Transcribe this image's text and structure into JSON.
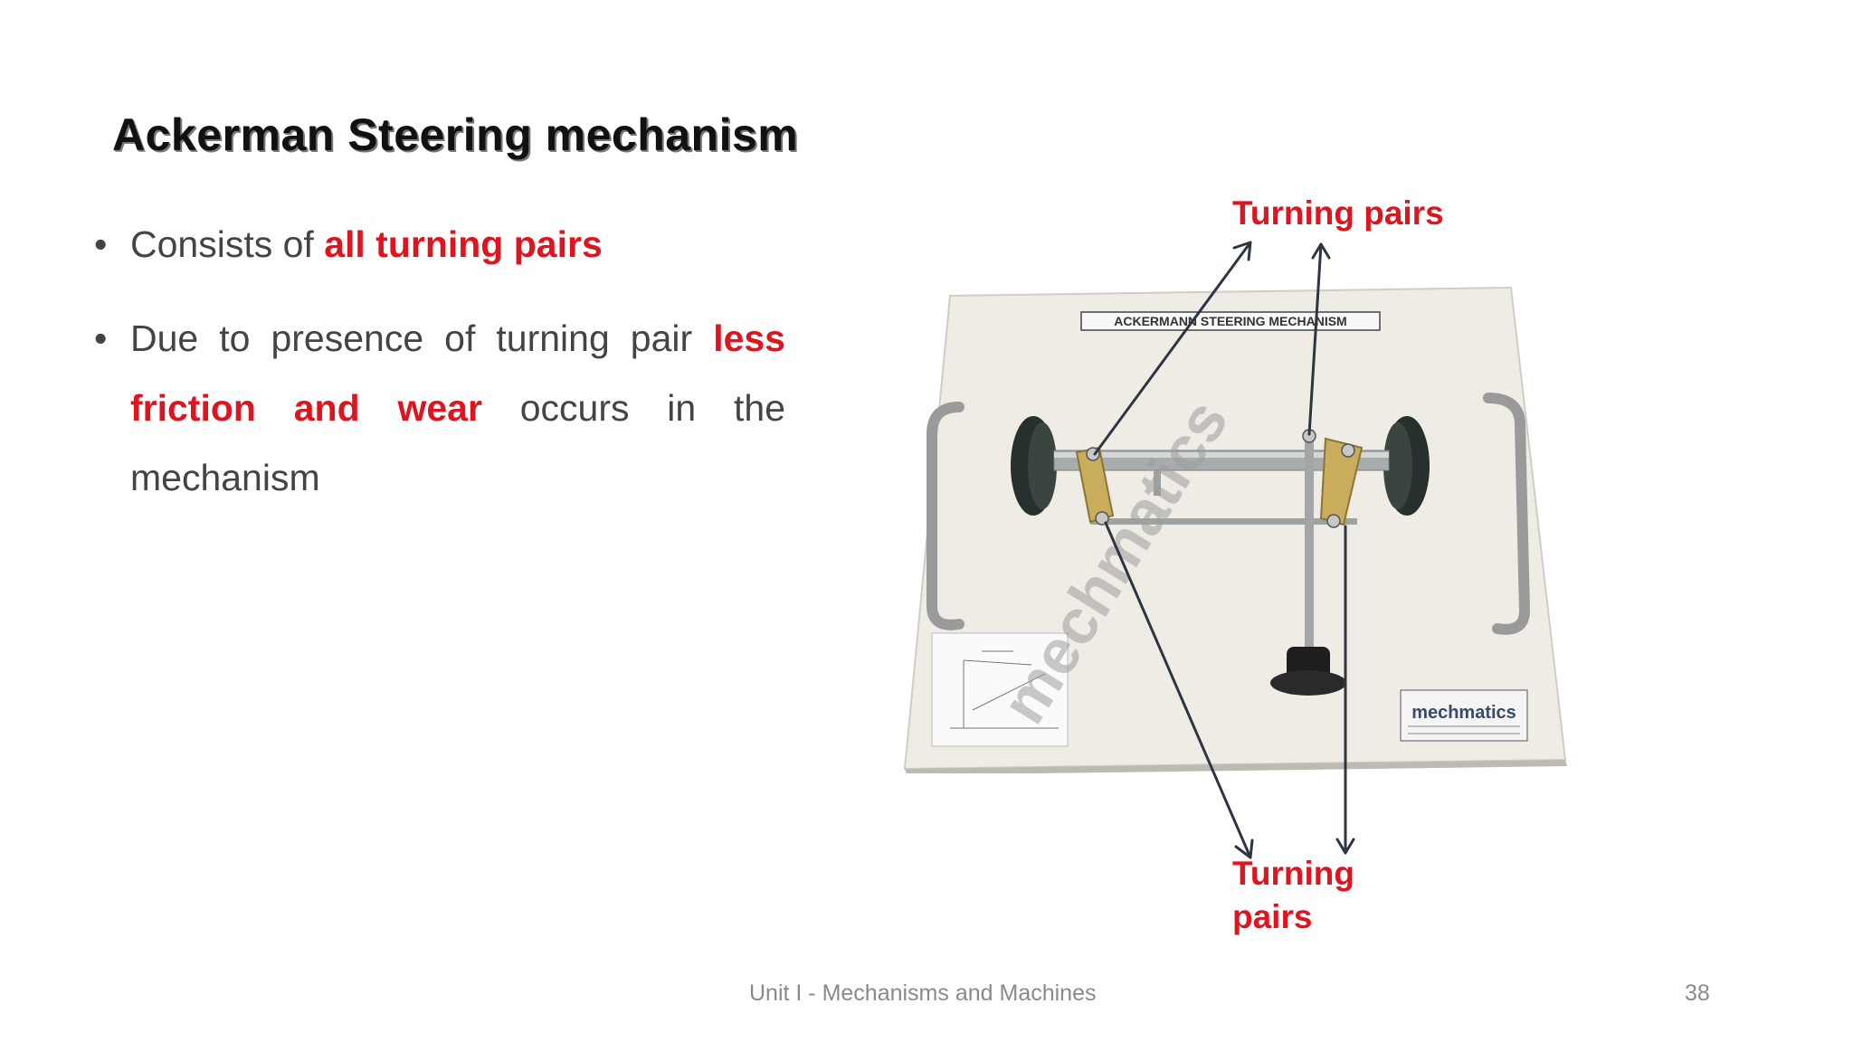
{
  "slide": {
    "title": "Ackerman Steering mechanism",
    "bullets": [
      {
        "plain_1": "Consists of ",
        "highlight_1": "all turning pairs"
      },
      {
        "plain_1": "Due to presence of turning pair ",
        "highlight_1": "less friction and wear",
        "plain_2": " occurs in the mechanism"
      }
    ],
    "annotations": {
      "top_label": "Turning pairs",
      "bottom_label": "Turning pairs"
    },
    "figure": {
      "board_label": "ACKERMANN STEERING MECHANISM",
      "watermark": "mechmatics",
      "brand_plate": "mechmatics"
    },
    "footer": {
      "text": "Unit I - Mechanisms and Machines",
      "page_number": "38"
    },
    "colors": {
      "highlight": "#e0141e",
      "text": "#444444",
      "arrow": "#2e3542"
    }
  }
}
